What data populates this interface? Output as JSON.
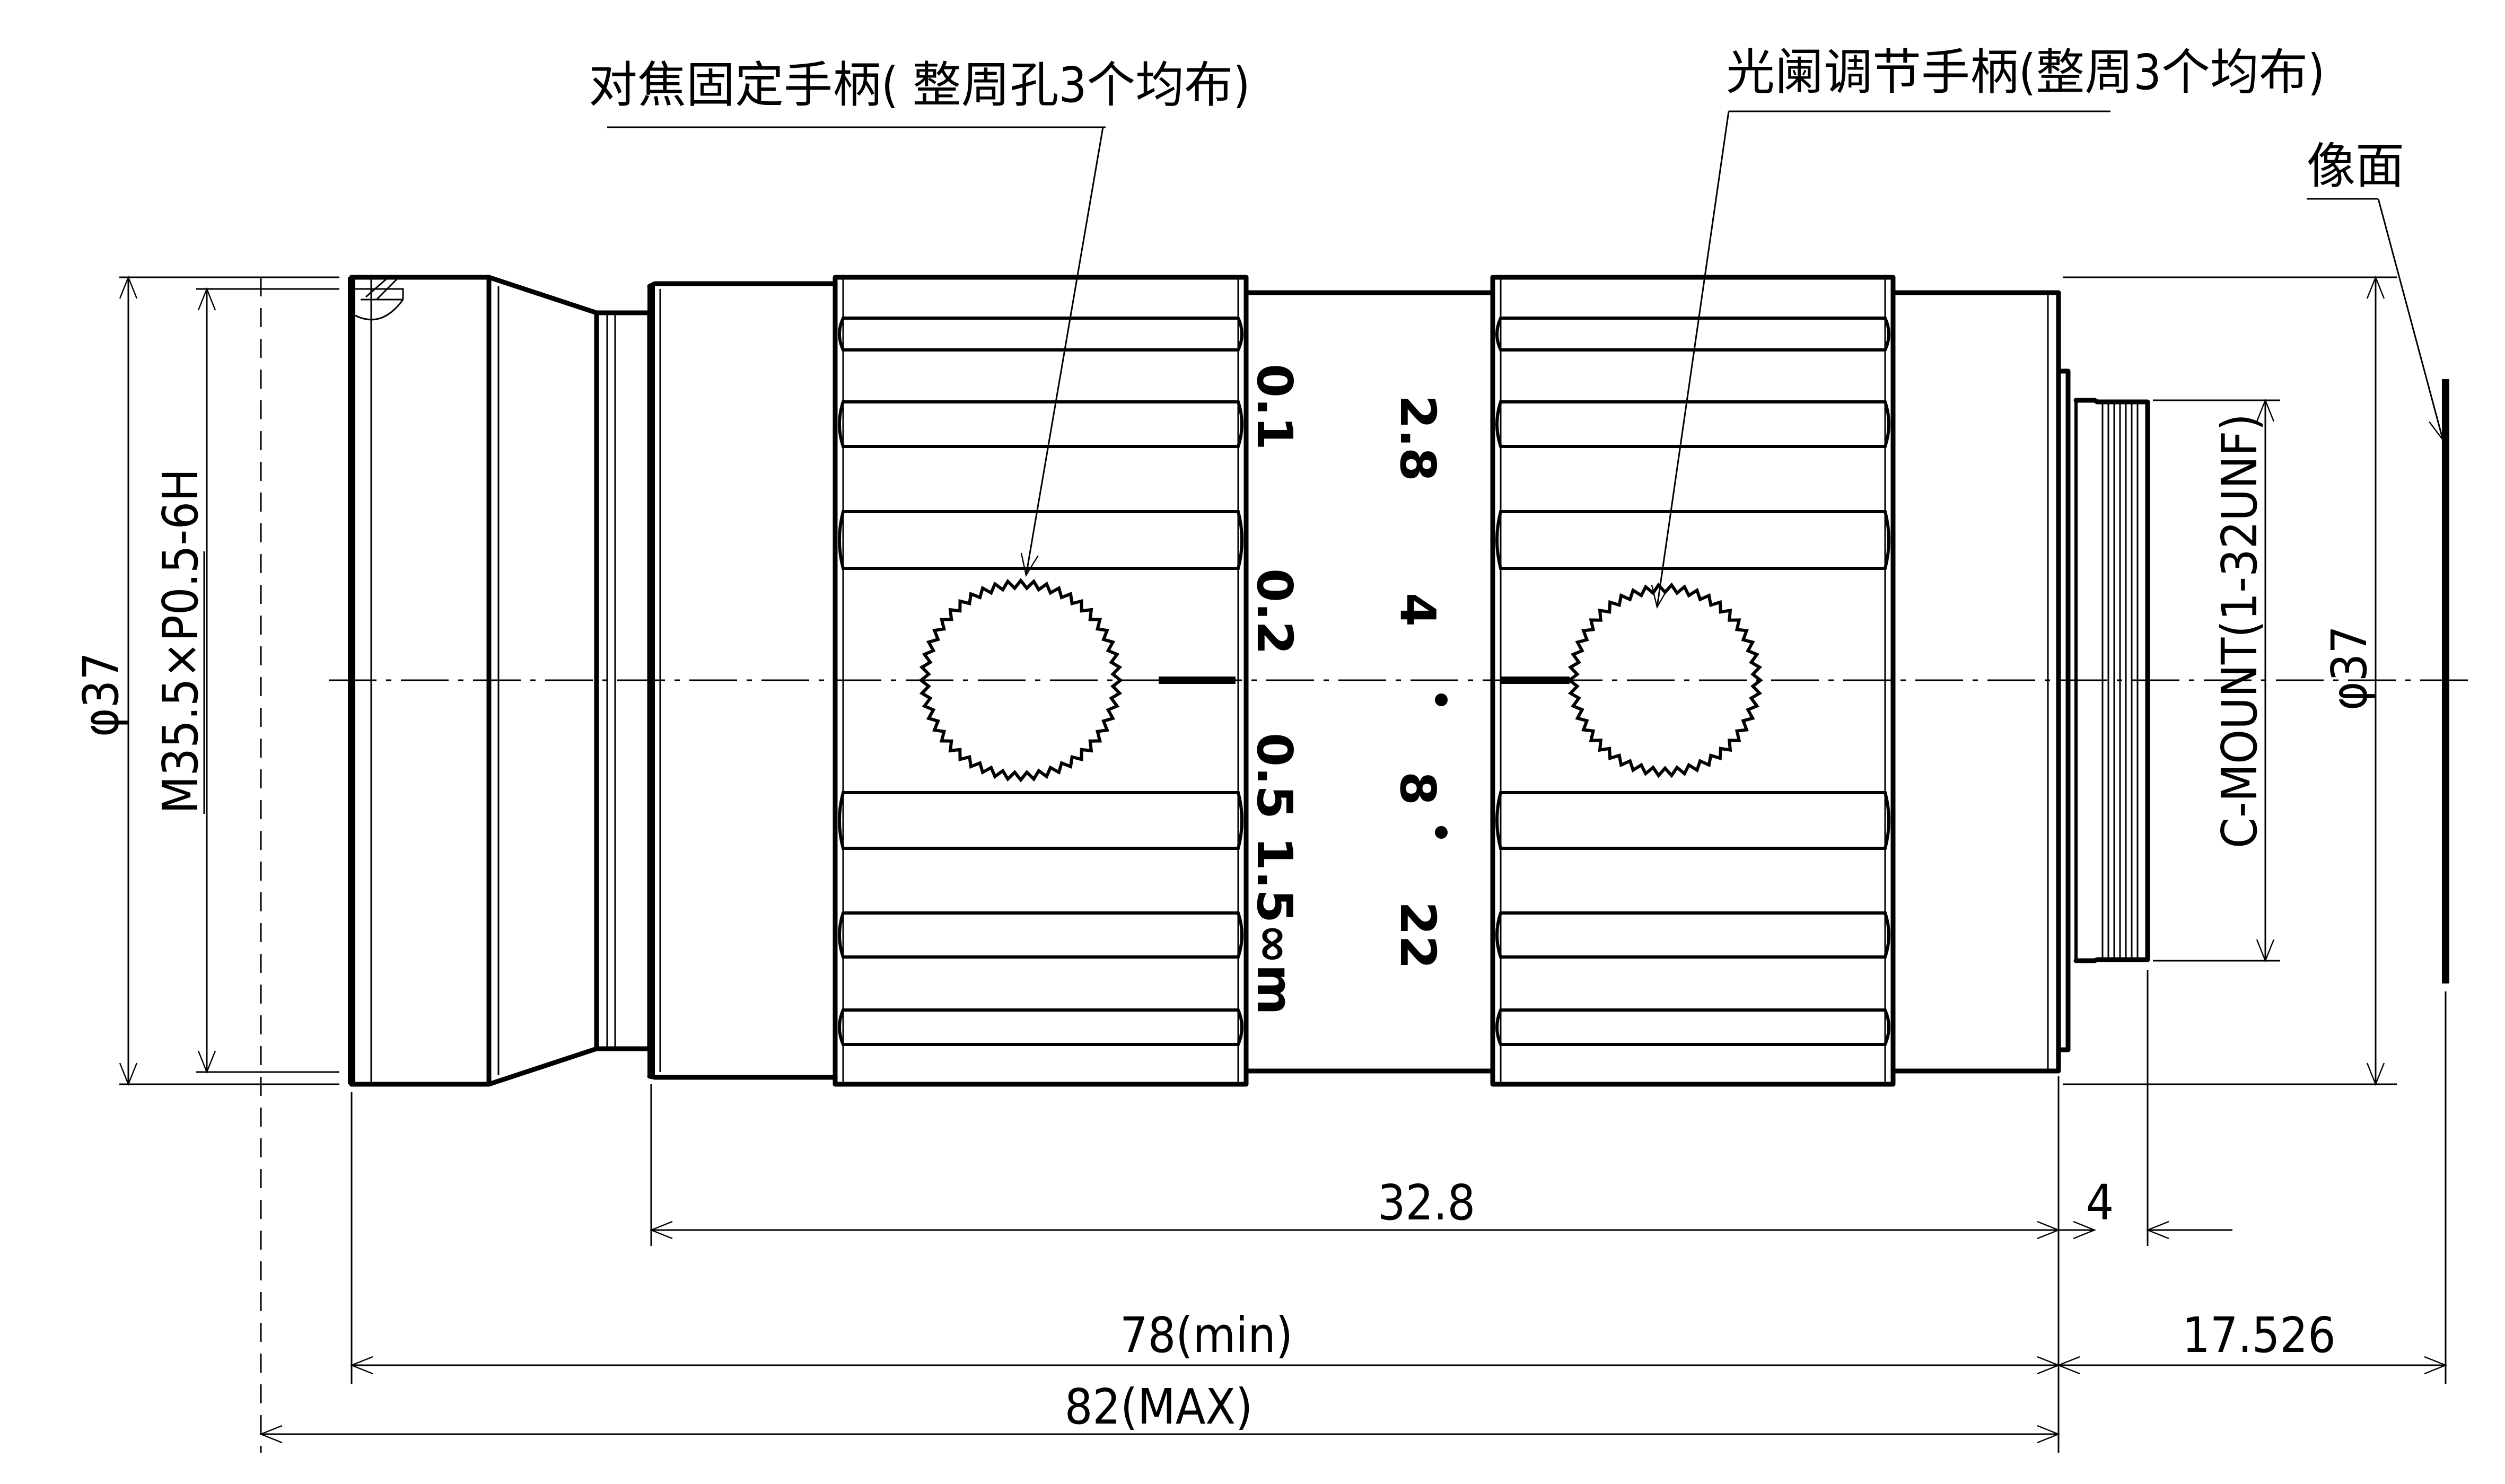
{
  "callouts": {
    "focus_handle": "对焦固定手柄( 整周孔3个均布)",
    "iris_handle": "光阑调节手柄(整周3个均布)",
    "image_plane": "像面"
  },
  "dimensions": {
    "outer_dia_left": "φ37",
    "front_thread": "M35.5×P0.5-6H",
    "c_mount": "C-MOUNT(1-32UNF)",
    "outer_dia_right": "φ37",
    "body_len": "32.8",
    "flange_len": "4",
    "total_min": "78(min)",
    "total_max": "82(MAX)",
    "back_focus": "17.526"
  },
  "focus_scale": [
    "0.1",
    "0.2",
    "0.5",
    "1.5",
    "∞m"
  ],
  "iris_scale": [
    "2.8",
    "4",
    "8",
    "22"
  ]
}
